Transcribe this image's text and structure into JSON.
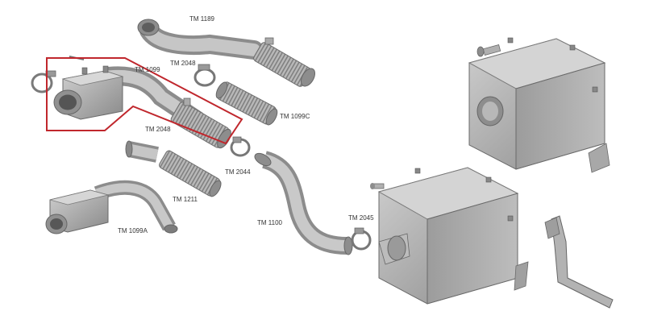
{
  "labels": {
    "tm1189": "TM 1189",
    "tm2048_top": "TM 2048",
    "tm1099": "TM 1099",
    "tm1099c": "TM 1099C",
    "tm2048_mid": "TM 2048",
    "tm2044": "TM 2044",
    "tm1211": "TM 1211",
    "tm1099a": "TM 1099A",
    "tm1100": "TM 1100",
    "tm2045": "TM 2045"
  },
  "colors": {
    "highlight": "#c0272d",
    "metal": "#a9a9a9",
    "metal_dark": "#7c7c7c",
    "metal_light": "#d4d4d4"
  }
}
